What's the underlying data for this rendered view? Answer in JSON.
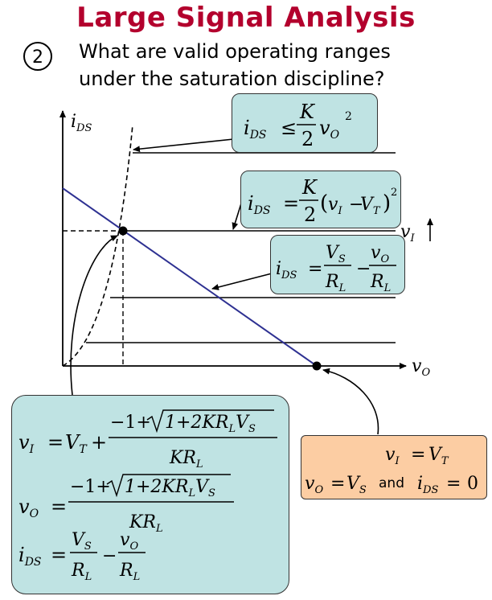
{
  "slide": {
    "title": "Large Signal Analysis",
    "question_number": "2",
    "question_line1": "What are valid operating ranges",
    "question_line2": "under the saturation discipline?"
  },
  "axes": {
    "y_label": "i",
    "y_sub": "DS",
    "x_label": "v",
    "x_sub": "O",
    "vi_label": "v",
    "vi_sub": "I"
  },
  "box_sat_boundary": {
    "lhs": "i",
    "lhs_sub": "DS",
    "op": "≤",
    "num": "K",
    "den": "2",
    "var": "v",
    "var_sub": "O",
    "exp": "2"
  },
  "box_sat_current": {
    "lhs": "i",
    "lhs_sub": "DS",
    "op": "=",
    "num": "K",
    "den": "2",
    "paren_open": "(",
    "v1": "v",
    "v1_sub": "I",
    "minus": "−",
    "v2": "V",
    "v2_sub": "T",
    "paren_close": ")",
    "exp": "2"
  },
  "box_load_line": {
    "lhs": "i",
    "lhs_sub": "DS",
    "op": "=",
    "n1": "V",
    "n1_sub": "S",
    "d1": "R",
    "d1_sub": "L",
    "minus": "−",
    "n2": "v",
    "n2_sub": "O",
    "d2": "R",
    "d2_sub": "L"
  },
  "box_solution": {
    "eq1_lhs": "v",
    "eq1_lhs_sub": "I",
    "eq1_op": "=",
    "eq1_vt": "V",
    "eq1_vt_sub": "T",
    "eq1_plus": "+",
    "eq1_num_pre": "−1+",
    "eq1_sqrt_body": "1+2KR",
    "eq1_sqrt_sub1": "L",
    "eq1_sqrt_v": "V",
    "eq1_sqrt_sub2": "S",
    "eq1_den": "KR",
    "eq1_den_sub": "L",
    "eq2_lhs": "v",
    "eq2_lhs_sub": "O",
    "eq2_op": "=",
    "eq2_num_pre": "−1+",
    "eq2_sqrt_body": "1+2KR",
    "eq2_sqrt_sub1": "L",
    "eq2_sqrt_v": "V",
    "eq2_sqrt_sub2": "S",
    "eq2_den": "KR",
    "eq2_den_sub": "L",
    "eq3_lhs": "i",
    "eq3_lhs_sub": "DS",
    "eq3_op": "=",
    "eq3_n1": "V",
    "eq3_n1_sub": "S",
    "eq3_d1": "R",
    "eq3_d1_sub": "L",
    "eq3_minus": "−",
    "eq3_n2": "v",
    "eq3_n2_sub": "O",
    "eq3_d2": "R",
    "eq3_d2_sub": "L"
  },
  "box_cutoff": {
    "l1_lhs": "v",
    "l1_lhs_sub": "I",
    "l1_op": "=",
    "l1_rhs": "V",
    "l1_rhs_sub": "T",
    "l2_a": "v",
    "l2_a_sub": "O",
    "l2_op1": "=",
    "l2_b": "V",
    "l2_b_sub": "S",
    "l2_and": "and",
    "l2_c": "i",
    "l2_c_sub": "DS",
    "l2_op2": "=",
    "l2_zero": "0"
  },
  "colors": {
    "title": "#b3002d",
    "teal_box": "#bfe3e3",
    "orange_box": "#fccda3",
    "load_line": "#2e3192"
  }
}
